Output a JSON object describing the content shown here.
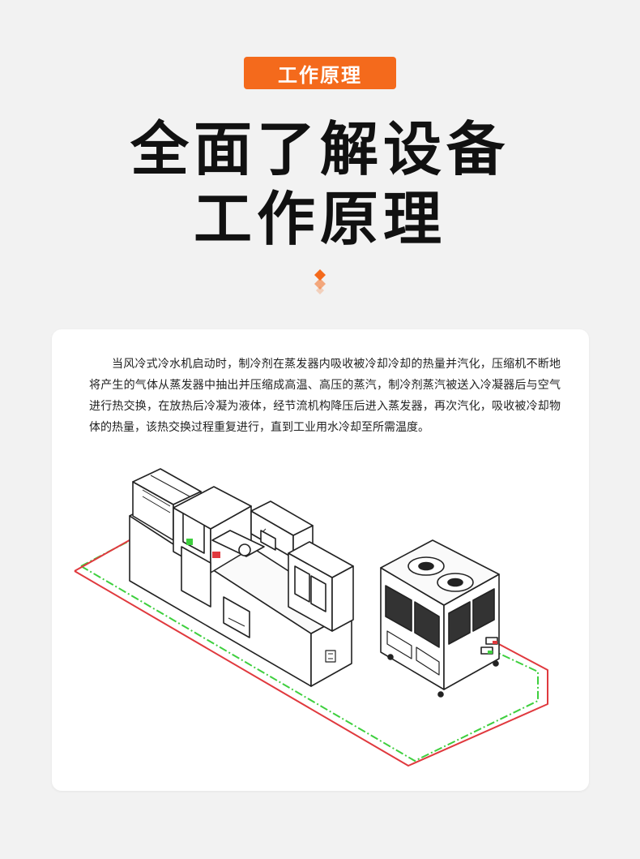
{
  "header": {
    "badge_label": "工作原理",
    "title_line1": "全面了解设备",
    "title_line2": "工作原理"
  },
  "card": {
    "description": "当风冷式冷水机启动时，制冷剂在蒸发器内吸收被冷却冷却的热量并汽化，压缩机不断地将产生的气体从蒸发器中抽出并压缩成高温、高压的蒸汽，制冷剂蒸汽被送入冷凝器后与空气进行热交换，在放热后冷凝为液体，经节流机构降压后进入蒸发器，再次汽化，吸收被冷却物体的热量，该热交换过程重复进行，直到工业用水冷却至所需温度。"
  },
  "colors": {
    "accent": "#f46a1c",
    "pipe_hot": "#e0393e",
    "pipe_cold": "#3ecf3e",
    "background": "#f2f2f2"
  }
}
